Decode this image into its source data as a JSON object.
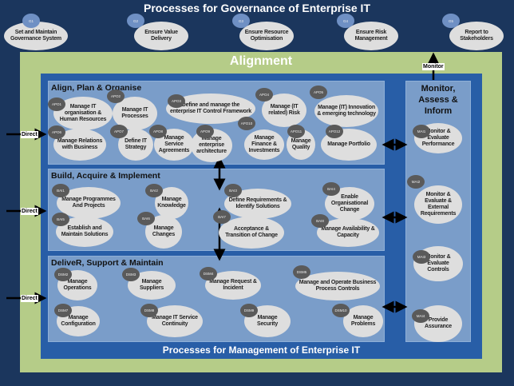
{
  "governance": {
    "title": "Processes for Governance of Enterprise IT",
    "processes": [
      {
        "id": "G1",
        "label": "Set and Maintain Governance System"
      },
      {
        "id": "G2",
        "label": "Ensure Value Delivery"
      },
      {
        "id": "G3",
        "label": "Ensure Resource Optimisation"
      },
      {
        "id": "G4",
        "label": "Ensure Risk Management"
      },
      {
        "id": "G5",
        "label": "Report to Stakeholders"
      }
    ]
  },
  "alignment": {
    "title": "Alignment",
    "monitor_label": "Monitor",
    "direct_label": "Direct"
  },
  "management": {
    "title": "Processes for Management of Enterprise IT",
    "apo": {
      "title": "Align, Plan & Organise",
      "processes": [
        {
          "id": "APO1",
          "label": "Manage IT organisation & Human Resources"
        },
        {
          "id": "APO2",
          "label": "Manage IT Processes"
        },
        {
          "id": "APO3",
          "label": "Define and manage the enterprise IT Control Framework"
        },
        {
          "id": "APO4",
          "label": "Manage (IT related) Risk"
        },
        {
          "id": "APO5",
          "label": "Manage (IT) Innovation & emerging technology"
        },
        {
          "id": "APO6",
          "label": "Manage Relations with Business"
        },
        {
          "id": "APO7",
          "label": "Define IT Strategy"
        },
        {
          "id": "APO8",
          "label": "Manage Service Agreements"
        },
        {
          "id": "APO9",
          "label": "Manage enterprise architecture"
        },
        {
          "id": "APO10",
          "label": "Manage Finance & Investments"
        },
        {
          "id": "APO11",
          "label": "Manage Quality"
        },
        {
          "id": "APO12",
          "label": "Manage Portfolio"
        }
      ]
    },
    "bai": {
      "title": "Build, Acquire & Implement",
      "processes": [
        {
          "id": "BAI1",
          "label": "Manage Programmes And Projects"
        },
        {
          "id": "BAI2",
          "label": "Manage Knowledge"
        },
        {
          "id": "BAI3",
          "label": "Define Requirements & Identify Solutions"
        },
        {
          "id": "BAI4",
          "label": "Enable Organisational Change"
        },
        {
          "id": "BAI5",
          "label": "Establish and Maintain Solutions"
        },
        {
          "id": "BAI6",
          "label": "Manage Changes"
        },
        {
          "id": "BAI7",
          "label": "Acceptance & Transition of Change"
        },
        {
          "id": "BAI8",
          "label": "Manage Availability & Capacity"
        }
      ]
    },
    "dsm": {
      "title": "DeliveR, Support & Maintain",
      "processes": [
        {
          "id": "DSM2",
          "label": "Manage Operations"
        },
        {
          "id": "DSM3",
          "label": "Manage Suppliers"
        },
        {
          "id": "DSM4",
          "label": "Manage Request & Incident"
        },
        {
          "id": "DSM5",
          "label": "Manage and Operate Business Process Controls"
        },
        {
          "id": "DSM7",
          "label": "Manage Configuration"
        },
        {
          "id": "DSM8",
          "label": "Manage IT Service Continuity"
        },
        {
          "id": "DSM9",
          "label": "Manage Security"
        },
        {
          "id": "DSM10",
          "label": "Manage Problems"
        }
      ]
    },
    "mai": {
      "title": "Monitor, Assess & Inform",
      "processes": [
        {
          "id": "MAI1",
          "label": "Monitor & Evaluate Performance"
        },
        {
          "id": "MAI2",
          "label": "Monitor & Evaluate & External Requirements"
        },
        {
          "id": "MAI3",
          "label": "Monitor & Evaluate Controls"
        },
        {
          "id": "MAI4",
          "label": "Provide Assurance"
        }
      ]
    }
  },
  "colors": {
    "navy": "#1b365d",
    "green": "#b5cc88",
    "blue": "#285ea7",
    "section": "#7a9dc9",
    "ellipse": "#dedede",
    "badge": "#5a5a5a",
    "gov_badge": "#6f90c4"
  }
}
